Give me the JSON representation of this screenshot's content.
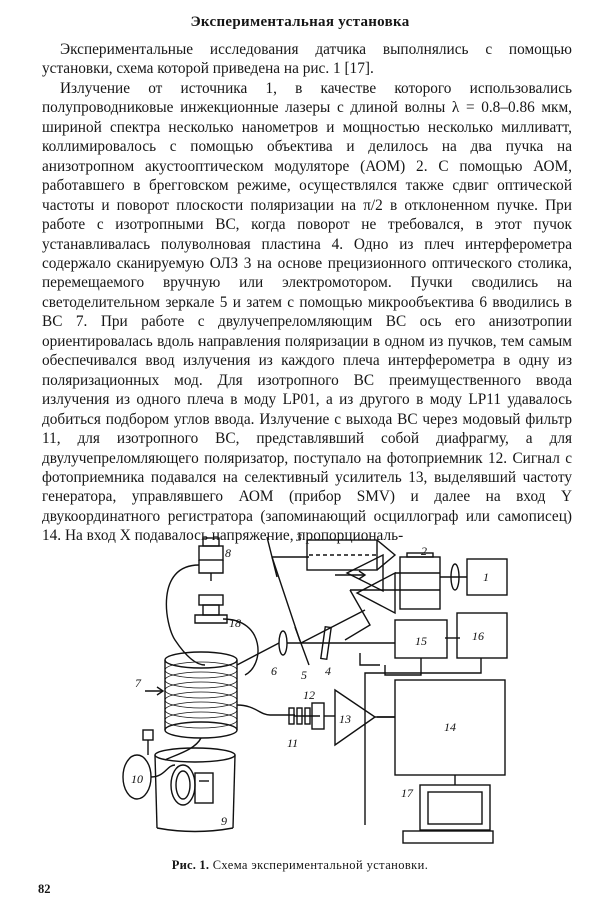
{
  "section_title": "Экспериментальная установка",
  "paragraphs": [
    "Экспериментальные исследования датчика выполнялись с помощью установки, схема которой приведена на рис. 1 [17].",
    "Излучение от источника 1, в качестве которого использовались полупроводниковые инжекционные лазеры с длиной волны λ = 0.8–0.86 мкм, шириной спектра несколько нанометров и мощностью несколько милливатт, коллимировалось с помощью объектива и делилось на два пучка на анизотропном акустооптическом модуляторе (АОМ) 2. С помощью АОМ, работавшего в брегговском режиме, осуществлялся также сдвиг оптической частоты и поворот плоскости поляризации на π/2 в отклоненном пучке. При работе с изотропными ВС, когда поворот не требовался, в этот пучок устанавливалась полуволновая пластина 4. Одно из плеч интерферометра содержало сканируемую ОЛЗ 3 на основе прецизионного оптического столика, перемещаемого вручную или электромотором. Пучки сводились на светоделительном зеркале 5 и затем с помощью микрообъектива 6 вводились в ВС 7. При работе с двулучепреломляющим ВС ось его анизотропии ориентировалась вдоль направления поляризации в одном из пучков, тем самым обеспечивался ввод излучения из каждого плеча интерферометра в одну из поляризационных мод. Для изотропного ВС преимущественного ввода излучения из одного плеча в моду LP01, а из другого в моду LP11 удавалось добиться подбором углов ввода. Излучение с выхода ВС через модовый фильтр 11, для изотропного ВС, представлявший собой диафрагму, а для двулучепреломляющего поляризатор, поступало на фотоприемник 12. Сигнал с фотоприемника подавался на селективный усилитель 13, выделявший частоту генератора, управлявшего АОМ (прибор SMV) и далее на вход Y двукоординатного регистратора (запоминающий осциллограф или самописец) 14. На вход X подавалось напряжение, пропорциональ-"
  ],
  "figure": {
    "labels": [
      "1",
      "2",
      "3",
      "4",
      "5",
      "6",
      "7",
      "8",
      "9",
      "10",
      "11",
      "12",
      "13",
      "14",
      "15",
      "16",
      "17",
      "18"
    ],
    "amplifier_symbol": "13"
  },
  "caption": {
    "prefix": "Рис. 1.",
    "text": "Схема экспериментальной установки."
  },
  "page_number": "82"
}
